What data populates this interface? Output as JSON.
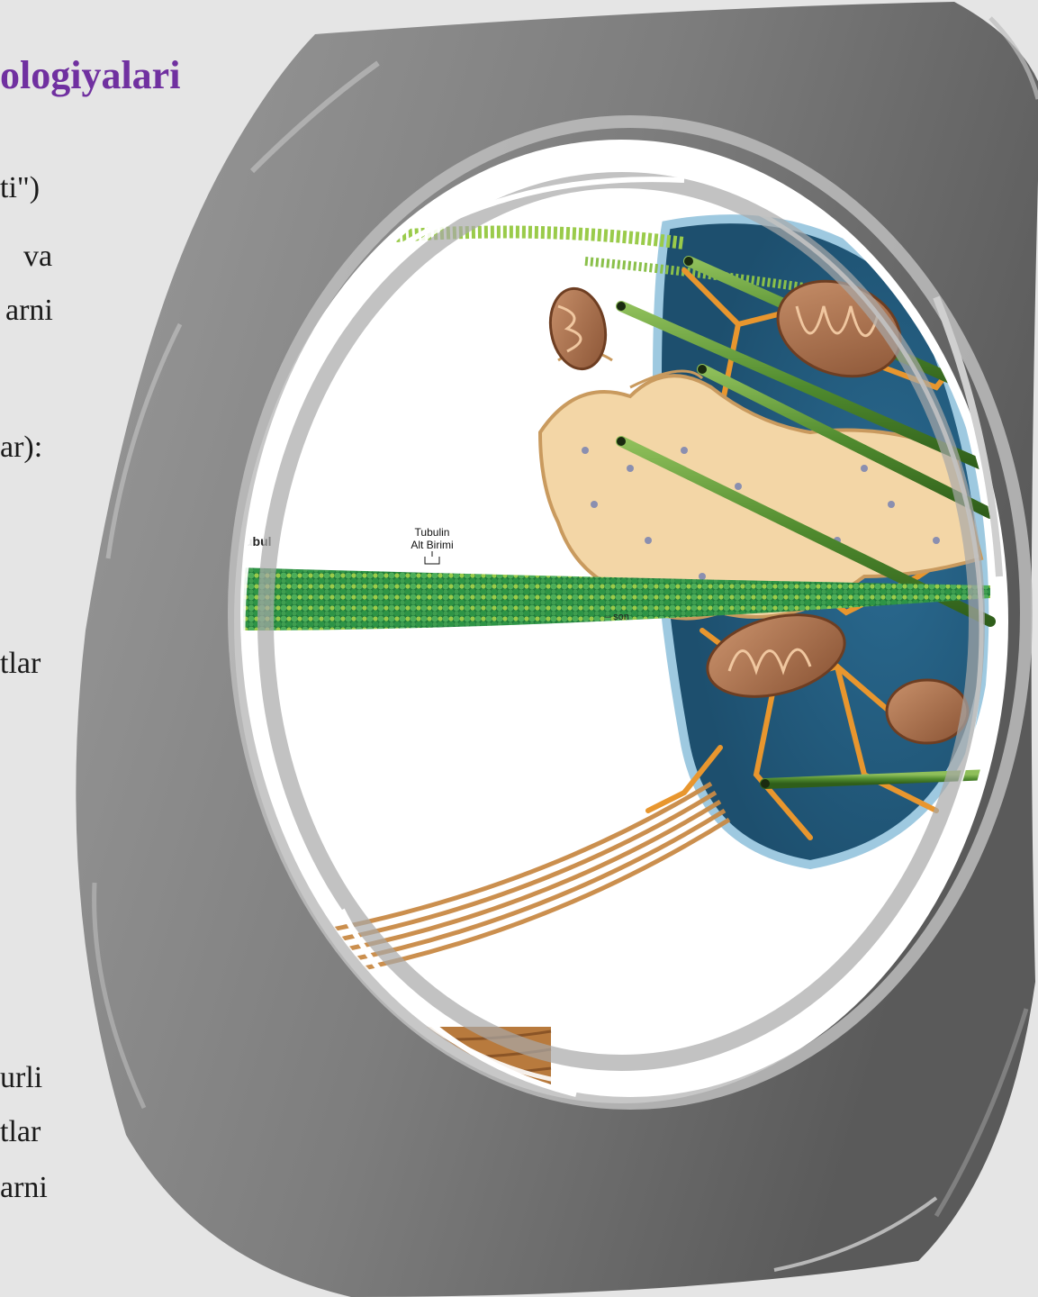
{
  "slide": {
    "title": "ologiyalari",
    "lines": [
      "ti\")",
      "va",
      "arni",
      "ar):",
      "tlar",
      "urli",
      "tlar",
      "arni"
    ]
  },
  "diagram": {
    "labels": {
      "tubulin": "Tubulin\nAlt Birimi",
      "tubulin_line1": "Tubulin",
      "tubulin_line2": "Alt Birimi",
      "end": "– son",
      "cut": "ubul"
    }
  },
  "colors": {
    "title": "#7030a0",
    "background": "#e5e5e5",
    "frame": "#808080"
  }
}
